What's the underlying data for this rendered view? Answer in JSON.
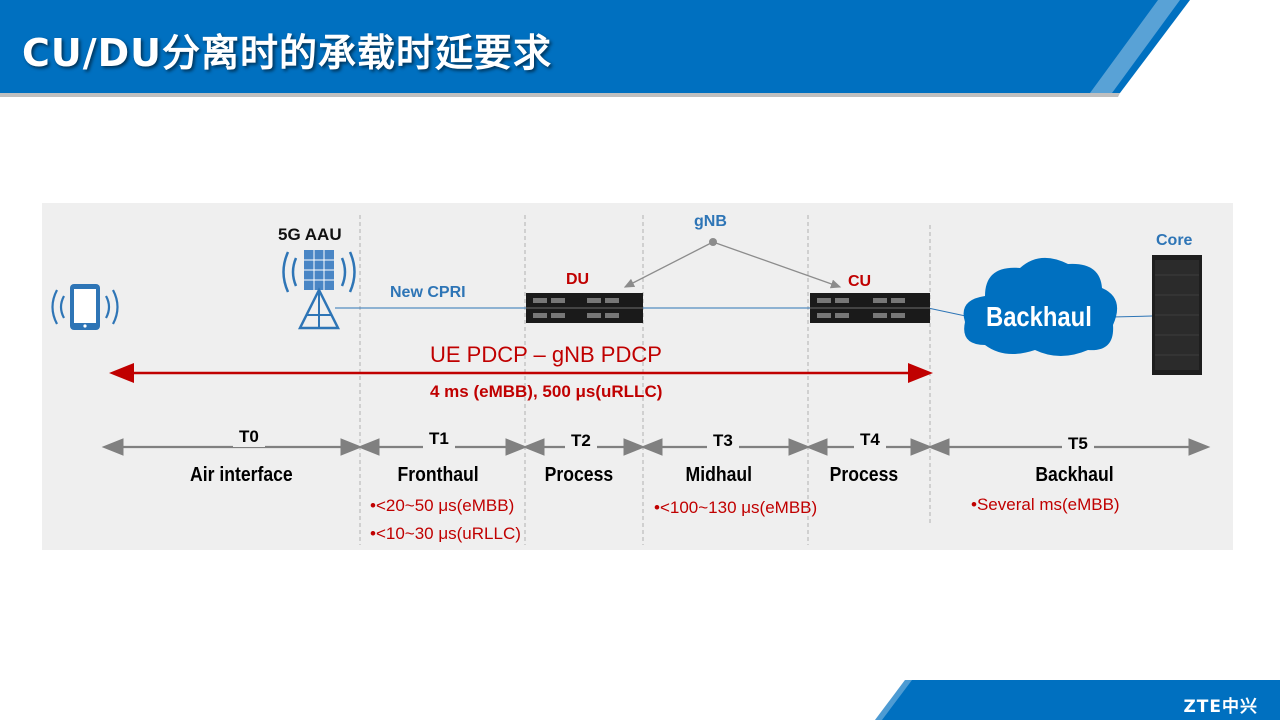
{
  "slide": {
    "title": "CU/DU分离时的承载时延要求",
    "logo": "ZTE中兴"
  },
  "diagram": {
    "aau_label": "5G AAU",
    "new_cpri_label": "New CPRI",
    "gnb_label": "gNB",
    "du_label": "DU",
    "cu_label": "CU",
    "core_label": "Core",
    "backhaul_cloud_label": "Backhaul",
    "pdcp_title": "UE PDCP – gNB PDCP",
    "pdcp_latency": "4 ms (eMBB), 500 μs(uRLLC)",
    "segments": [
      {
        "code": "T0",
        "name": "Air interface"
      },
      {
        "code": "T1",
        "name": "Fronthaul"
      },
      {
        "code": "T2",
        "name": "Process"
      },
      {
        "code": "T3",
        "name": "Midhaul"
      },
      {
        "code": "T4",
        "name": "Process"
      },
      {
        "code": "T5",
        "name": "Backhaul"
      }
    ],
    "notes": {
      "fronthaul": [
        "•<20~50 μs(eMBB)",
        "•<10~30 μs(uRLLC)"
      ],
      "midhaul": [
        "•<100~130 μs(eMBB)"
      ],
      "backhaul": [
        "•Several ms(eMBB)"
      ]
    }
  }
}
